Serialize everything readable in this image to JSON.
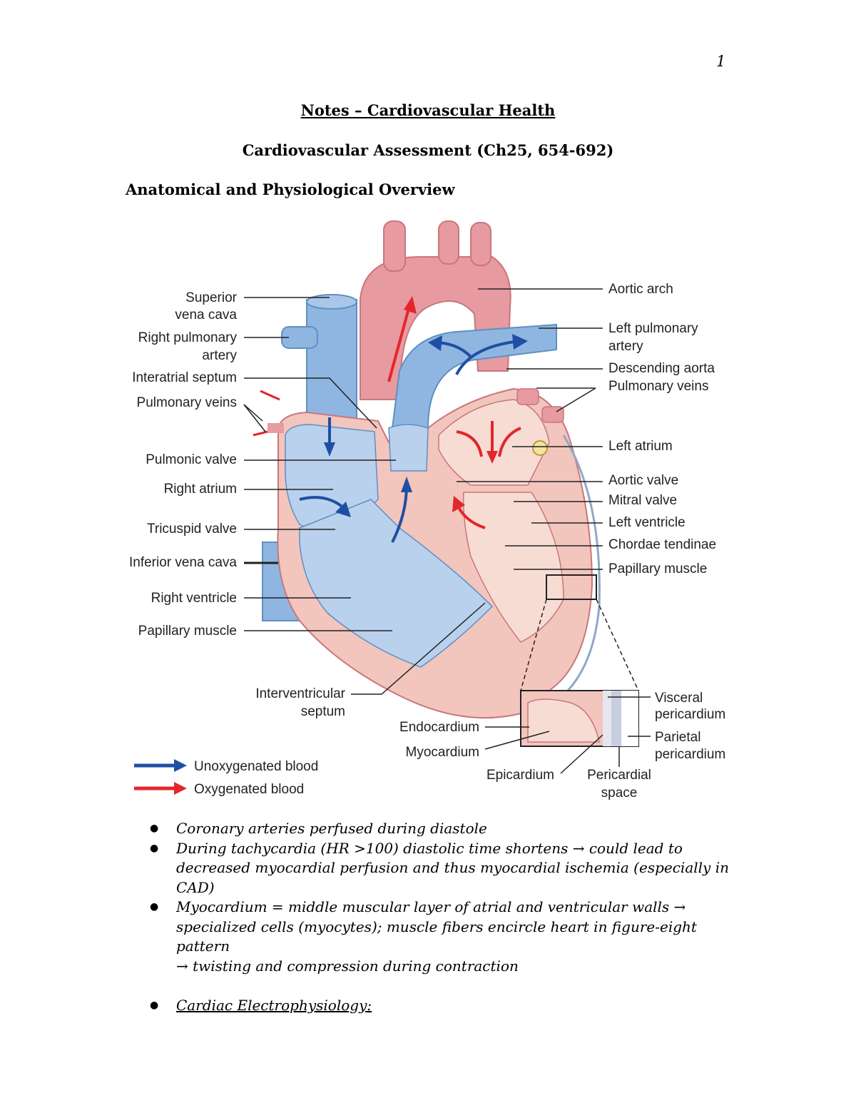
{
  "page_number": "1",
  "doc_title": "Notes – Cardiovascular Health",
  "section_title": "Cardiovascular Assessment (Ch25, 654-692)",
  "subsection_title": "Anatomical and Physiological Overview",
  "figure": {
    "labels": {
      "superior_vena_cava_1": "Superior",
      "superior_vena_cava_2": "vena cava",
      "right_pulmonary_artery_1": "Right pulmonary",
      "right_pulmonary_artery_2": "artery",
      "interatrial_septum": "Interatrial septum",
      "pulmonary_veins_left": "Pulmonary veins",
      "pulmonic_valve": "Pulmonic valve",
      "right_atrium": "Right atrium",
      "tricuspid_valve": "Tricuspid valve",
      "inferior_vena_cava": "Inferior vena cava",
      "right_ventricle": "Right ventricle",
      "papillary_muscle_left": "Papillary muscle",
      "interventricular_septum_1": "Interventricular",
      "interventricular_septum_2": "septum",
      "aortic_arch": "Aortic arch",
      "left_pulmonary_artery_1": "Left pulmonary",
      "left_pulmonary_artery_2": "artery",
      "descending_aorta": "Descending aorta",
      "pulmonary_veins_right": "Pulmonary veins",
      "left_atrium": "Left atrium",
      "aortic_valve": "Aortic valve",
      "mitral_valve": "Mitral valve",
      "left_ventricle": "Left ventricle",
      "chordae_tendinae": "Chordae tendinae",
      "papillary_muscle_right": "Papillary muscle",
      "endocardium": "Endocardium",
      "myocardium": "Myocardium",
      "epicardium": "Epicardium",
      "pericardial_space_1": "Pericardial",
      "pericardial_space_2": "space",
      "visceral_pericardium_1": "Visceral",
      "visceral_pericardium_2": "pericardium",
      "parietal_pericardium_1": "Parietal",
      "parietal_pericardium_2": "pericardium"
    },
    "legend": {
      "unoxygenated": "Unoxygenated blood",
      "oxygenated": "Oxygenated blood"
    },
    "colors": {
      "unoxygenated": "#1f4fa3",
      "oxygenated": "#e3262b",
      "vessel_blue": "#8fb6e0",
      "chamber_blue": "#b9d1ec",
      "vessel_pink": "#e79aa0",
      "tissue_pink": "#f2c5bd",
      "chamber_pink": "#f7dcd4"
    }
  },
  "bullets": [
    {
      "lines": [
        "Coronary arteries perfused during diastole"
      ]
    },
    {
      "lines": [
        "During tachycardia (HR >100) diastolic time shortens → could lead to",
        "decreased myocardial perfusion and thus myocardial ischemia (especially in",
        "CAD)"
      ]
    },
    {
      "lines": [
        "Myocardium = middle muscular layer of atrial and ventricular walls →",
        "specialized cells (myocytes); muscle fibers encircle heart in figure-eight pattern",
        "→ twisting and compression during contraction"
      ]
    },
    {
      "lines": [
        "Cardiac Electrophysiology:"
      ]
    }
  ]
}
